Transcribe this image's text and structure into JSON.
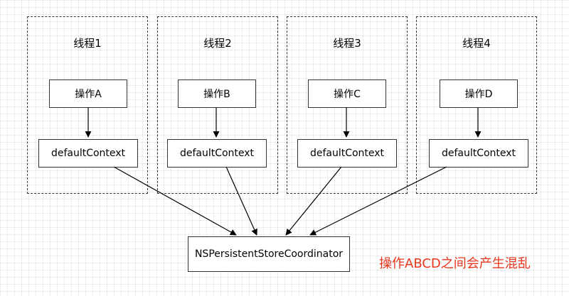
{
  "threads": [
    {
      "title": "线程1",
      "operation": "操作A",
      "context": "defaultContext"
    },
    {
      "title": "线程2",
      "operation": "操作B",
      "context": "defaultContext"
    },
    {
      "title": "线程3",
      "operation": "操作C",
      "context": "defaultContext"
    },
    {
      "title": "线程4",
      "operation": "操作D",
      "context": "defaultContext"
    }
  ],
  "coordinator": "NSPersistentStoreCoordinator",
  "note": "操作ABCD之间会产生混乱",
  "colors": {
    "note": "#e8361c",
    "line": "#000000"
  }
}
